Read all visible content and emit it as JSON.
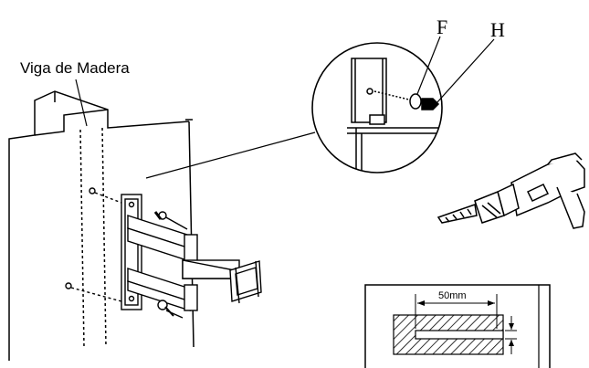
{
  "labels": {
    "wood_beam": "Viga de Madera",
    "part_f": "F",
    "part_h": "H",
    "dimension": "50mm"
  },
  "colors": {
    "line": "#000000",
    "background": "#ffffff"
  },
  "icons": [
    "drill-icon",
    "screw-icon",
    "magnifier-circle"
  ]
}
